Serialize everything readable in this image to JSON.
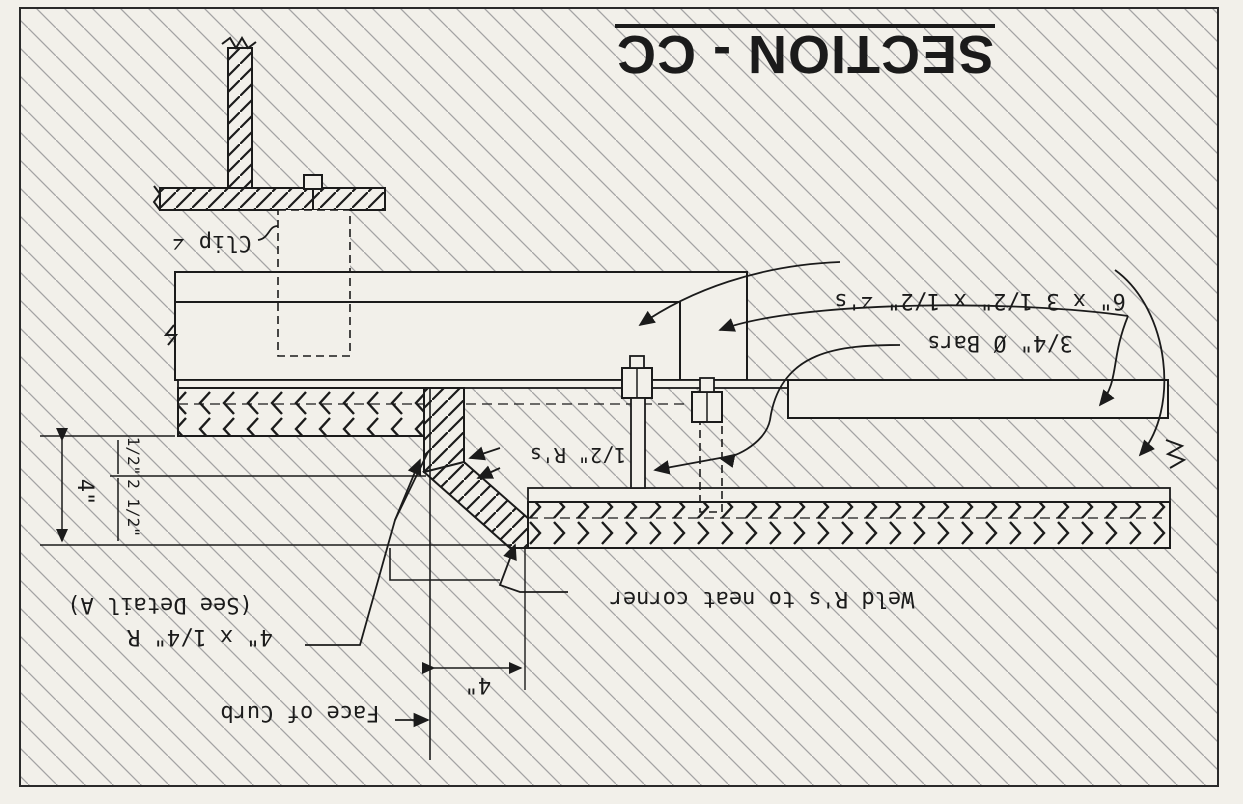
{
  "title": "SECTION - CC",
  "labels": {
    "clip": "Clip ∠",
    "angles": "6\" x 3 1/2\" x 1/2\" ∠'s",
    "bars": "3/4\" Ø Bars",
    "plates": "1/2\" R's",
    "weld": "Weld R's to neat corner",
    "plate": "4\" x 1/4\" R",
    "detail": "(See Detail A)",
    "curb": "Face of Curb"
  },
  "dimensions": {
    "total": "4\"",
    "upper": "1/2\"",
    "lower": "2 1/2\"",
    "offset": "4\""
  },
  "colors": {
    "ink": "#1b1b1b",
    "paper": "#f2f0ea",
    "hatch": "#9a9a9a"
  },
  "orientation": "rotated 180 degrees"
}
